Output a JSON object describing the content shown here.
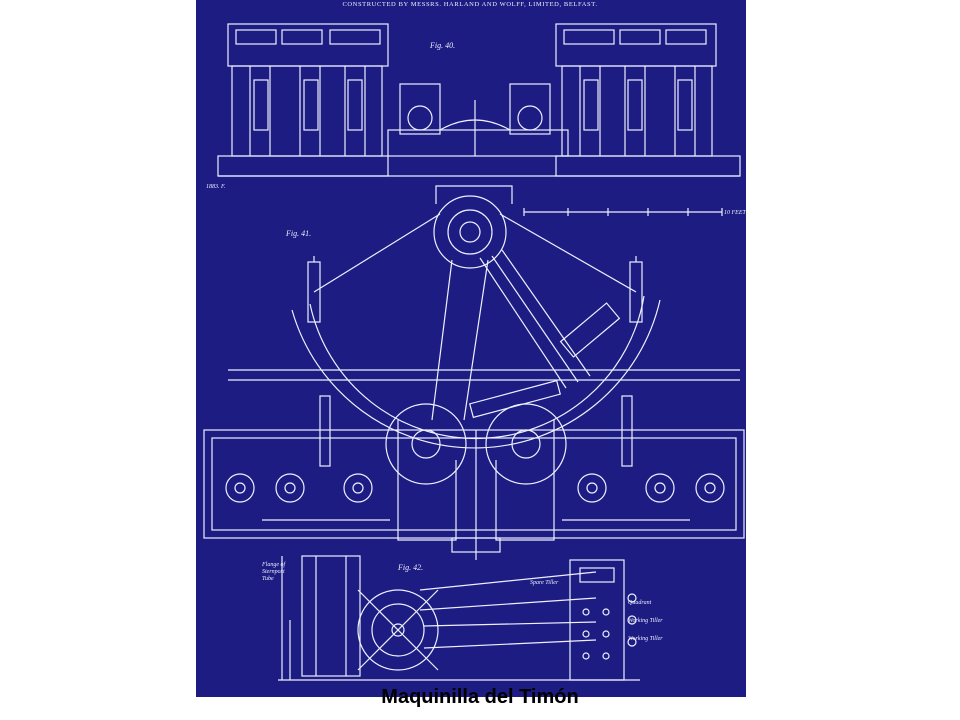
{
  "slide": {
    "caption": "Maquinilla del Timón",
    "background_color": "#ffffff",
    "blueprint_color": "#1c1c82",
    "line_color": "#eef0ff"
  },
  "blueprint": {
    "header": "CONSTRUCTED BY MESSRS. HARLAND AND WOLFF, LIMITED, BELFAST.",
    "figures": {
      "fig40": "Fig. 40.",
      "fig41": "Fig. 41.",
      "fig42": "Fig. 42."
    },
    "scale_label": "10 FEET",
    "plate_no": "1883. F.",
    "labels": {
      "spare_tiller": "Spare Tiller",
      "quadrant": "Quadrant",
      "working_tiller_1": "Working Tiller",
      "working_tiller_2": "Working Tiller",
      "flange_label_1": "Flange of",
      "flange_label_2": "Sternpost",
      "flange_label_3": "Tube"
    }
  }
}
